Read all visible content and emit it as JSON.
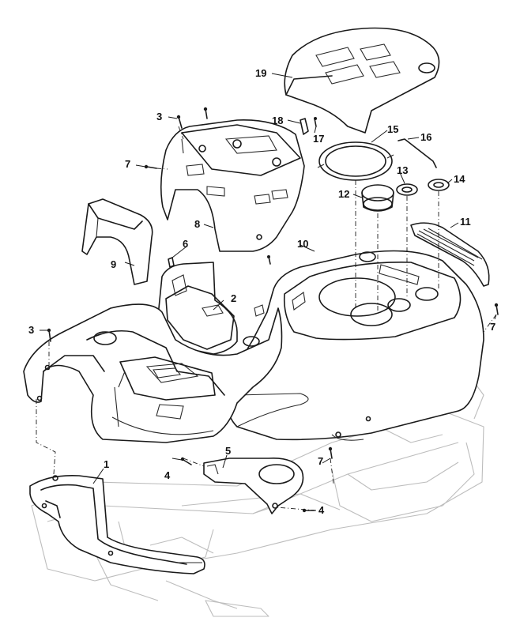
{
  "diagram": {
    "callouts": [
      {
        "id": "c1",
        "label": "1"
      },
      {
        "id": "c2",
        "label": "2"
      },
      {
        "id": "c3a",
        "label": "3"
      },
      {
        "id": "c3b",
        "label": "3"
      },
      {
        "id": "c4a",
        "label": "4"
      },
      {
        "id": "c4b",
        "label": "4"
      },
      {
        "id": "c5",
        "label": "5"
      },
      {
        "id": "c6",
        "label": "6"
      },
      {
        "id": "c7a",
        "label": "7"
      },
      {
        "id": "c7b",
        "label": "7"
      },
      {
        "id": "c7c",
        "label": "7"
      },
      {
        "id": "c8",
        "label": "8"
      },
      {
        "id": "c9",
        "label": "9"
      },
      {
        "id": "c10",
        "label": "10"
      },
      {
        "id": "c11",
        "label": "11"
      },
      {
        "id": "c12",
        "label": "12"
      },
      {
        "id": "c13",
        "label": "13"
      },
      {
        "id": "c14",
        "label": "14"
      },
      {
        "id": "c15",
        "label": "15"
      },
      {
        "id": "c16",
        "label": "16"
      },
      {
        "id": "c17",
        "label": "17"
      },
      {
        "id": "c18",
        "label": "18"
      },
      {
        "id": "c19",
        "label": "19"
      }
    ]
  }
}
